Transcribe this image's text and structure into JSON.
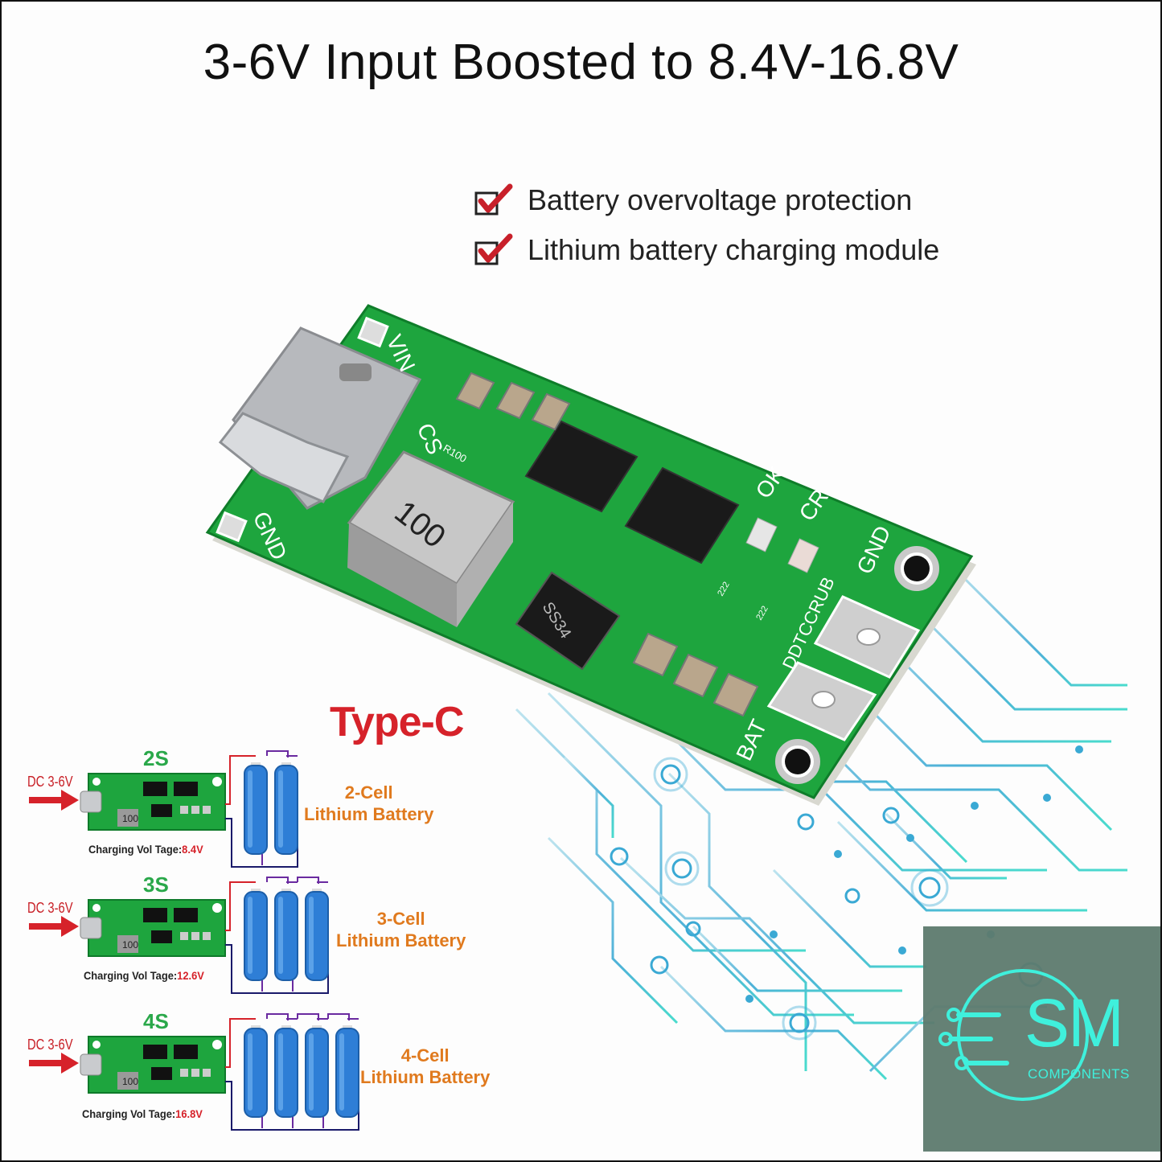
{
  "title": "3-6V Input Boosted to 8.4V-16.8V",
  "features": [
    "Battery overvoltage protection",
    "Lithium battery charging module"
  ],
  "board_silkscreen": {
    "vin": "VIN",
    "gnd_left": "GND",
    "cs": "CS",
    "inductor": "100",
    "resistor": "R100",
    "diode": "SS34",
    "ok": "OK",
    "cr": "CR",
    "gnd_right": "GND",
    "ddt": "DDTCCRUB",
    "bat": "BAT",
    "res_1": "222",
    "res_2": "222"
  },
  "connector_label": "Type-C",
  "configs": [
    {
      "series": "2S",
      "input": "DC 3-6V",
      "cells_line1": "2-Cell",
      "cells_line2": "Lithium Battery",
      "charge_label": "Charging Vol Tage:",
      "charge_value": "8.4V",
      "cells": 2
    },
    {
      "series": "3S",
      "input": "DC 3-6V",
      "cells_line1": "3-Cell",
      "cells_line2": "Lithium Battery",
      "charge_label": "Charging Vol Tage:",
      "charge_value": "12.6V",
      "cells": 3
    },
    {
      "series": "4S",
      "input": "DC 3-6V",
      "cells_line1": "4-Cell",
      "cells_line2": "Lithium Battery",
      "charge_label": "Charging Vol Tage:",
      "charge_value": "16.8V",
      "cells": 4
    }
  ],
  "mini_board": {
    "inductor": "100"
  },
  "logo": {
    "brand": "SM",
    "sub": "COMPONENTS"
  },
  "colors": {
    "pcb_green": "#1aa83a",
    "check_red": "#c8202a",
    "type_c_red": "#d6222a",
    "circuit_teal": "#4fb8d8",
    "logo_cyan": "#3ff0dc",
    "orange_label": "#e07a1e",
    "battery_blue": "#2e7ed6"
  },
  "icons": [
    "check-icon",
    "arrow-right-icon",
    "circuit-icon"
  ]
}
